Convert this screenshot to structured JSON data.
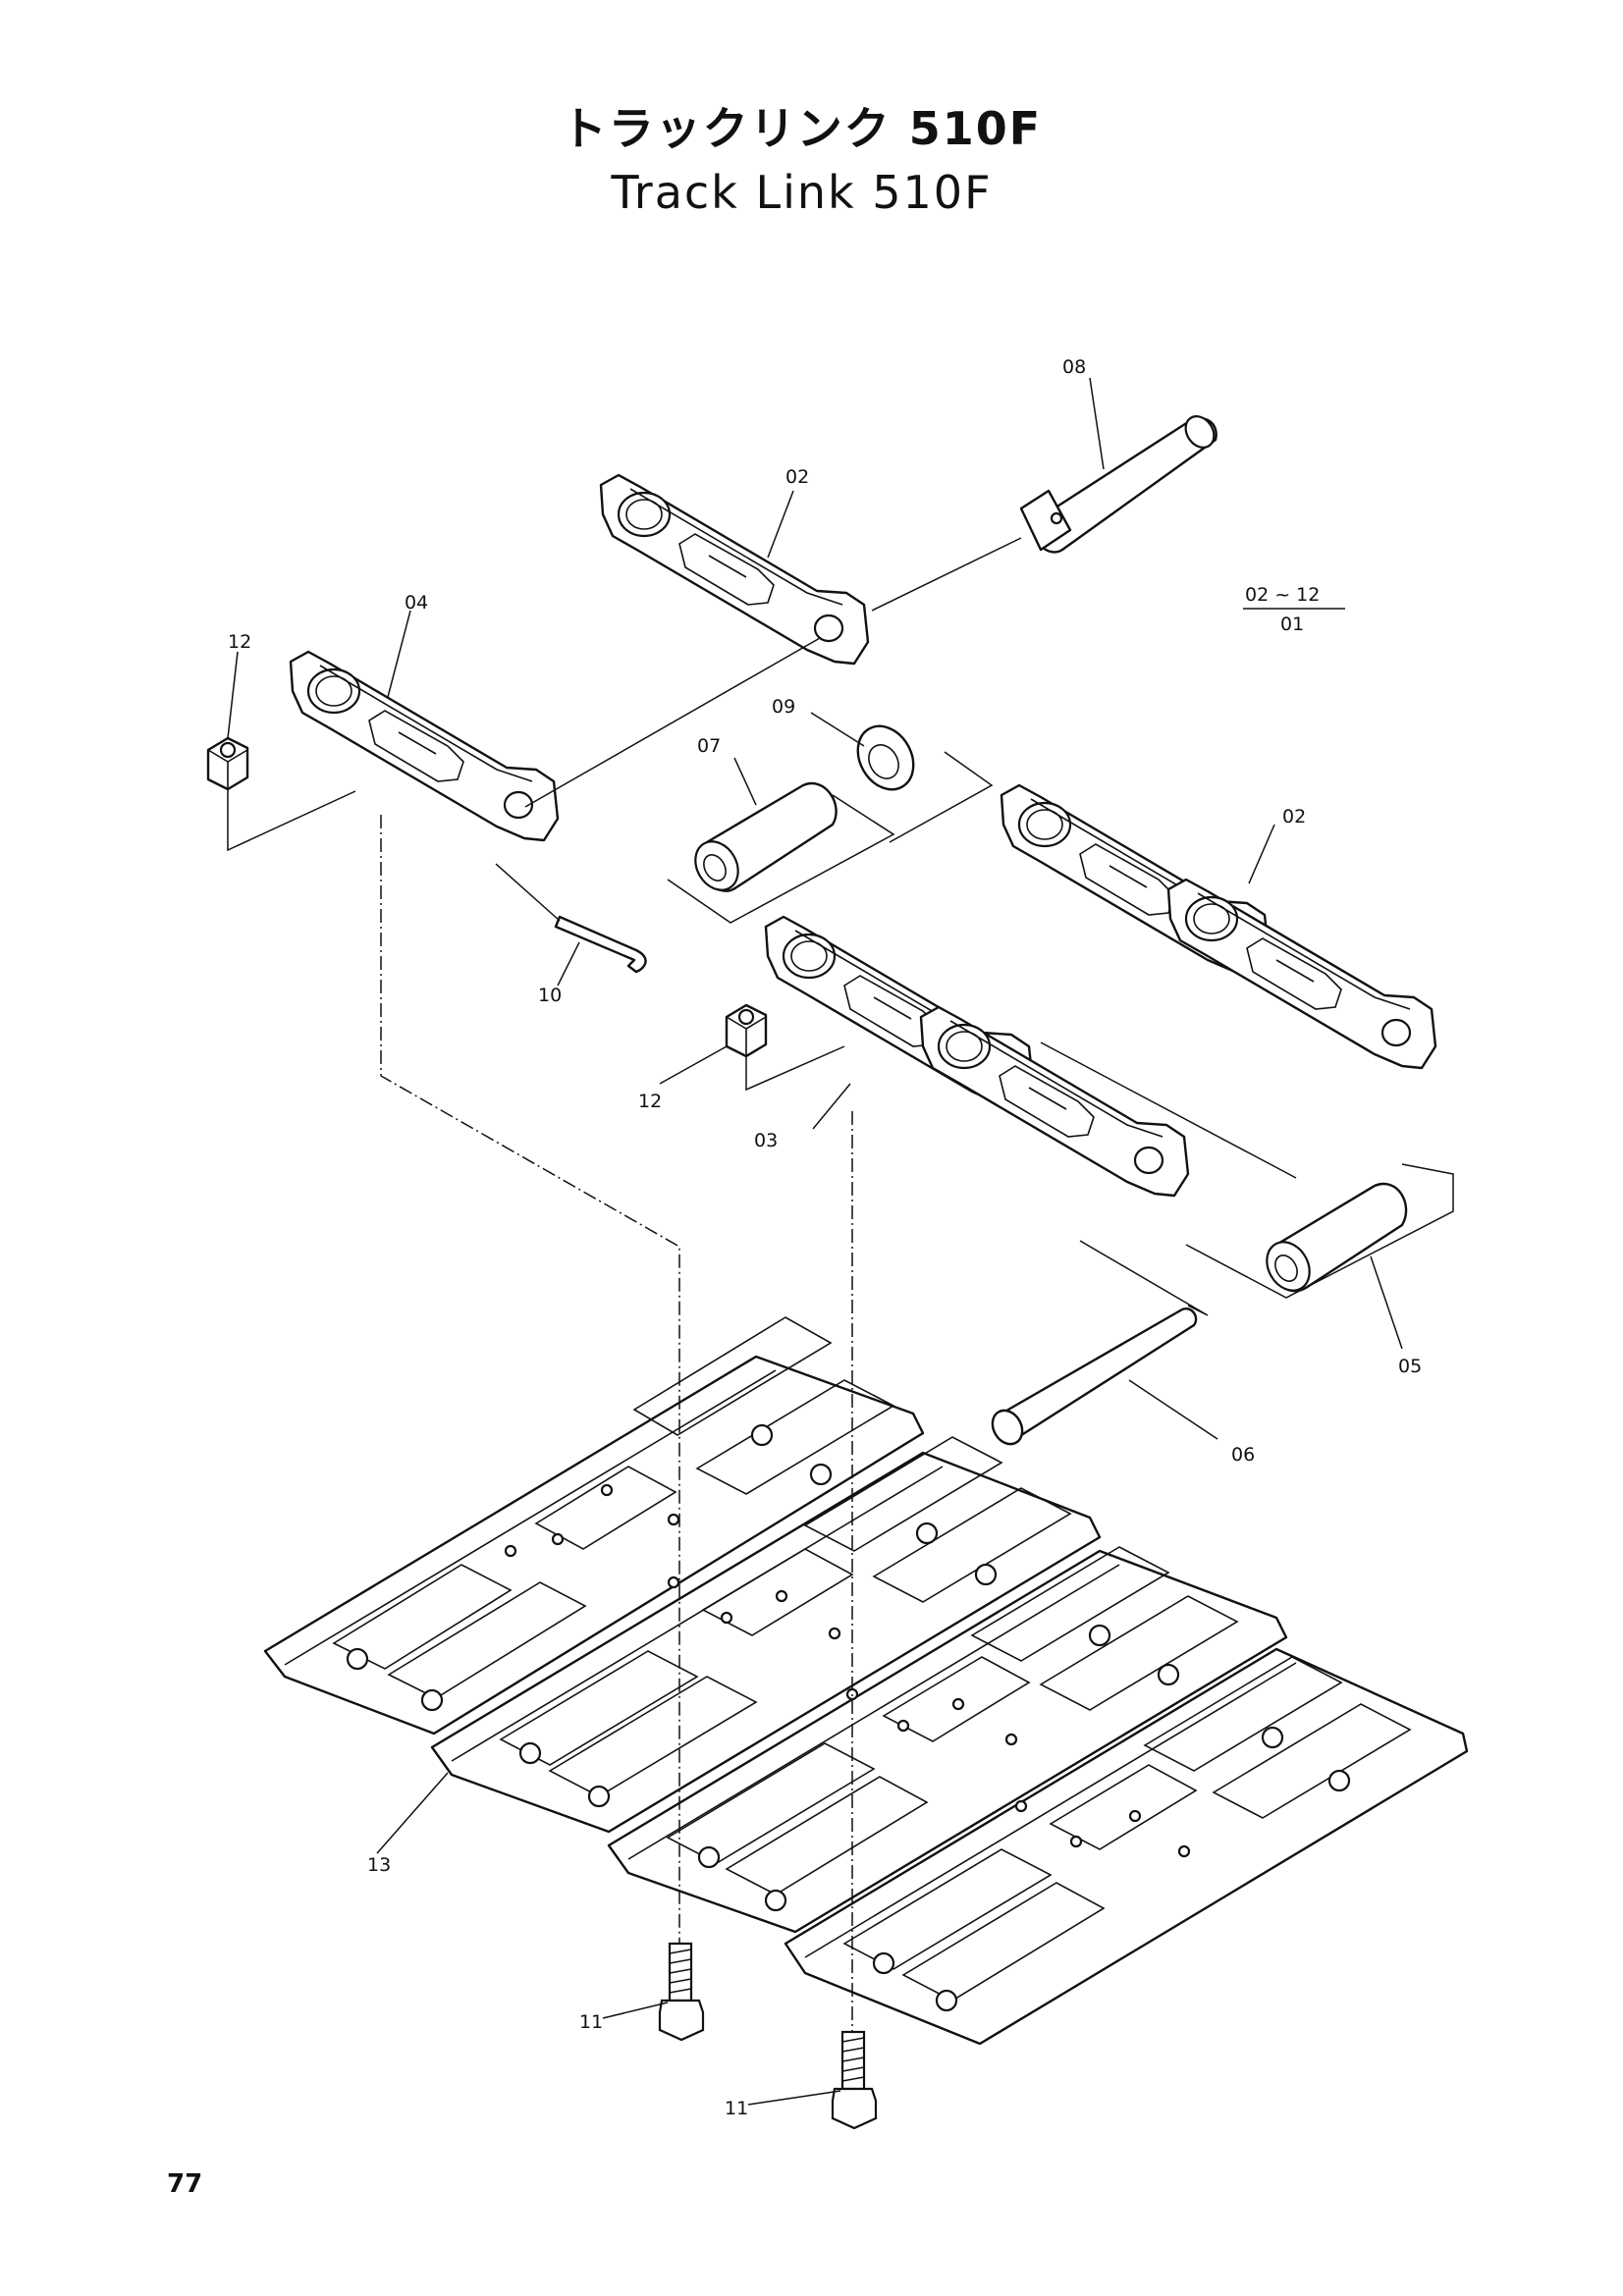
{
  "title": {
    "japanese": "トラックリンク 510F",
    "english": "Track Link 510F"
  },
  "ratio_note": {
    "numerator": "02 ~ 12",
    "denominator": "01"
  },
  "part_labels": {
    "p02a": "02",
    "p02b": "02",
    "p03": "03",
    "p04": "04",
    "p05": "05",
    "p06": "06",
    "p07": "07",
    "p08": "08",
    "p09": "09",
    "p10": "10",
    "p11a": "11",
    "p11b": "11",
    "p12a": "12",
    "p12b": "12",
    "p13": "13"
  },
  "page_number": "77"
}
